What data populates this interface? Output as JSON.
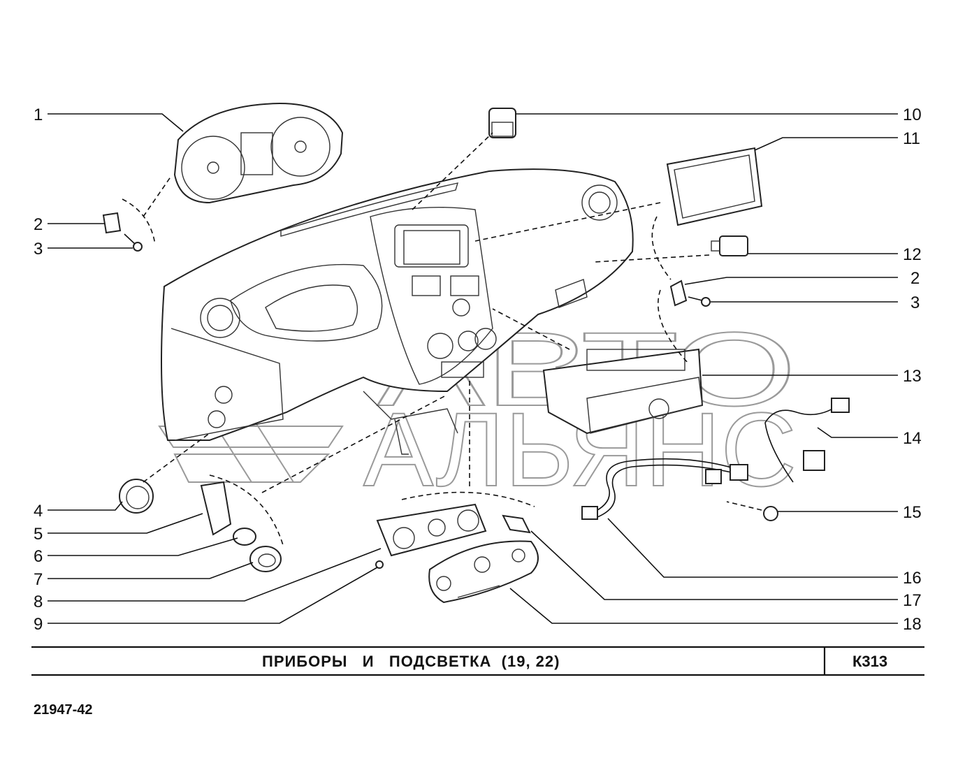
{
  "title_block": {
    "title": "ПРИБОРЫ   И   ПОДСВЕТКА  (19, 22)",
    "sheet_code": "К313",
    "drawing_number": "21947-42"
  },
  "watermark": {
    "line1": "АВТО",
    "line2": "АЛЬЯНС"
  },
  "callouts_left": [
    {
      "label": "1"
    },
    {
      "label": "2"
    },
    {
      "label": "3"
    },
    {
      "label": "4"
    },
    {
      "label": "5"
    },
    {
      "label": "6"
    },
    {
      "label": "7"
    },
    {
      "label": "8"
    },
    {
      "label": "9"
    }
  ],
  "callouts_right": [
    {
      "label": "10"
    },
    {
      "label": "11"
    },
    {
      "label": "12"
    },
    {
      "label": "2"
    },
    {
      "label": "3"
    },
    {
      "label": "13"
    },
    {
      "label": "14"
    },
    {
      "label": "15"
    },
    {
      "label": "16"
    },
    {
      "label": "17"
    },
    {
      "label": "18"
    }
  ],
  "parts": [
    {
      "id": "instrument-cluster"
    },
    {
      "id": "mounting-clip"
    },
    {
      "id": "self-tapping-screw"
    },
    {
      "id": "switch-unit"
    },
    {
      "id": "display-monitor"
    },
    {
      "id": "relay-module"
    },
    {
      "id": "hood-release-handle"
    },
    {
      "id": "cigarette-lighter-socket"
    },
    {
      "id": "lighter-ring"
    },
    {
      "id": "lighter-plug"
    },
    {
      "id": "heater-control-panel"
    },
    {
      "id": "screw"
    },
    {
      "id": "multimedia-head-unit"
    },
    {
      "id": "usb-wiring-harness"
    },
    {
      "id": "harness-clip"
    },
    {
      "id": "wiring-harness"
    },
    {
      "id": "lamp-socket"
    },
    {
      "id": "heater-control-bezel"
    },
    {
      "id": "dashboard"
    }
  ]
}
